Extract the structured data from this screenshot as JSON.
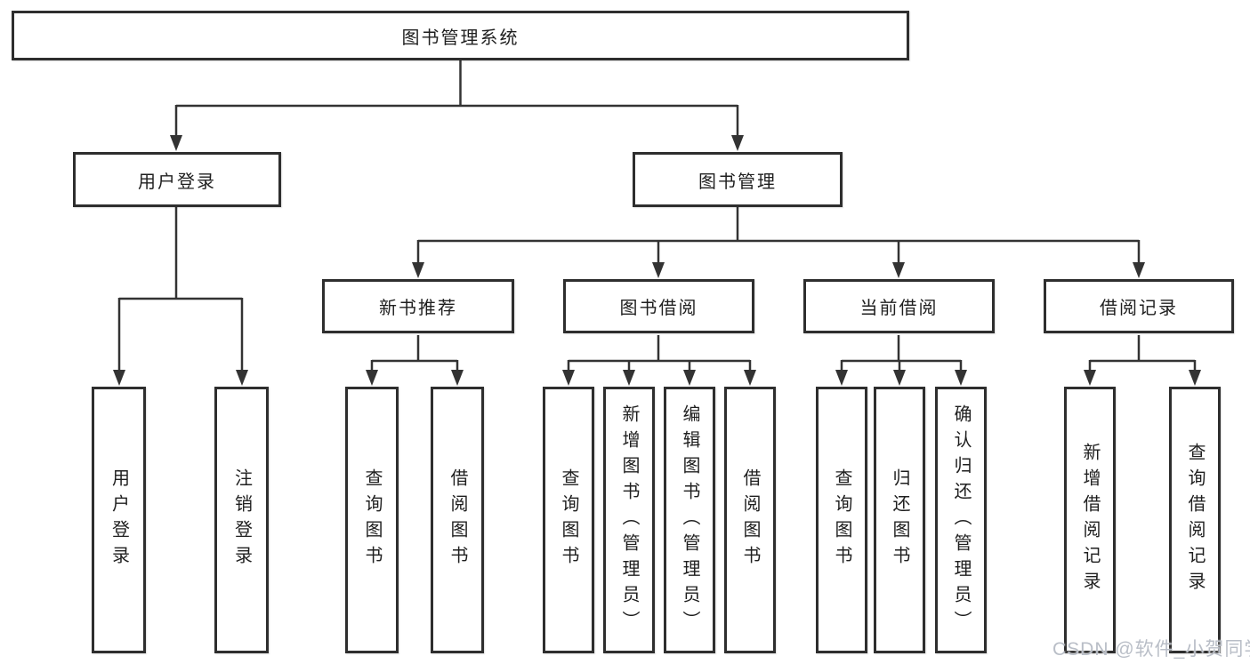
{
  "tree": {
    "label": "图书管理系统",
    "children": [
      {
        "label": "用户登录",
        "children": [
          {
            "label": "用户登录"
          },
          {
            "label": "注销登录"
          }
        ]
      },
      {
        "label": "图书管理",
        "children": [
          {
            "label": "新书推荐",
            "children": [
              {
                "label": "查询图书"
              },
              {
                "label": "借阅图书"
              }
            ]
          },
          {
            "label": "图书借阅",
            "children": [
              {
                "label": "查询图书"
              },
              {
                "label": "新增图书（管理员）"
              },
              {
                "label": "编辑图书（管理员）"
              },
              {
                "label": "借阅图书"
              }
            ]
          },
          {
            "label": "当前借阅",
            "children": [
              {
                "label": "查询图书"
              },
              {
                "label": "归还图书"
              },
              {
                "label": "确认归还（管理员）"
              }
            ]
          },
          {
            "label": "借阅记录",
            "children": [
              {
                "label": "新增借阅记录"
              },
              {
                "label": "查询借阅记录"
              }
            ]
          }
        ]
      }
    ]
  },
  "watermark": {
    "text": "CSDN @软件_小贺同学"
  },
  "colors": {
    "line": "#333333",
    "box_border": "#2e2e2e",
    "text": "#1f1f1f",
    "watermark": "#b9bec7",
    "background": "#ffffff"
  }
}
